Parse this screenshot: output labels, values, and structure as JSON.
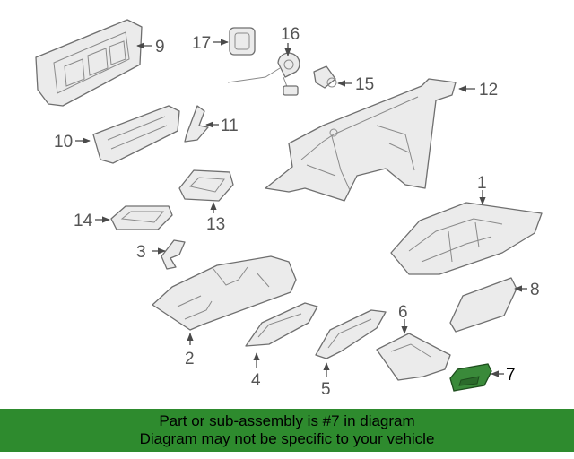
{
  "diagram": {
    "callouts": [
      "1",
      "2",
      "3",
      "4",
      "5",
      "6",
      "7",
      "8",
      "9",
      "10",
      "11",
      "12",
      "13",
      "14",
      "15",
      "16",
      "17"
    ],
    "highlight_color": "#3a8a3a"
  },
  "banner": {
    "line1": "Part or sub-assembly is #7 in diagram",
    "line2": "Diagram may not be specific to your vehicle",
    "background": "#2e8b2e"
  }
}
